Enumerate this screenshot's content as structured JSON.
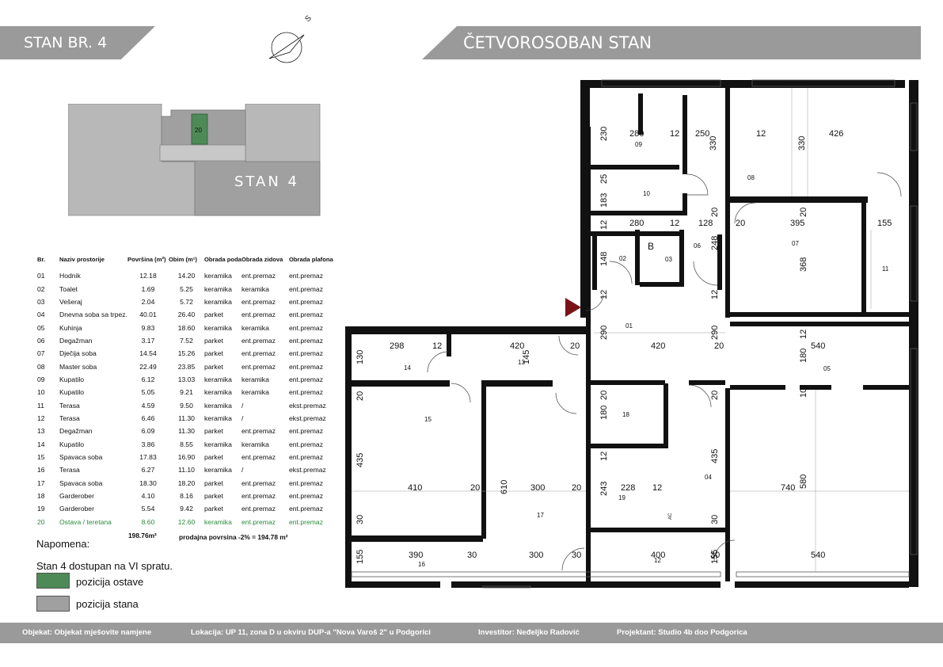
{
  "header": {
    "unit_label": "STAN BR. 4",
    "unit_type": "ČETVOROSOBAN STAN",
    "compass_letter": "S"
  },
  "keyplan": {
    "label": "STAN 4",
    "storage_number": "20"
  },
  "table": {
    "headers": [
      "Br.",
      "Naziv prostorije",
      "Površina (m²)",
      "Obim (m¹)",
      "Obrada poda",
      "Obrada zidova",
      "Obrada plafona"
    ],
    "rows": [
      [
        "01",
        "Hodnik",
        "12.18",
        "14.20",
        "keramika",
        "ent.premaz",
        "ent.premaz"
      ],
      [
        "02",
        "Toalet",
        "1.69",
        "5.25",
        "keramika",
        "keramika",
        "ent.premaz"
      ],
      [
        "03",
        "Vešeraj",
        "2.04",
        "5.72",
        "keramika",
        "ent.premaz",
        "ent.premaz"
      ],
      [
        "04",
        "Dnevna soba sa trpez.",
        "40.01",
        "26.40",
        "parket",
        "ent.premaz",
        "ent.premaz"
      ],
      [
        "05",
        "Kuhinja",
        "9.83",
        "18.60",
        "keramika",
        "keramika",
        "ent.premaz"
      ],
      [
        "06",
        "Degažman",
        "3.17",
        "7.52",
        "parket",
        "ent.premaz",
        "ent.premaz"
      ],
      [
        "07",
        "Dječija soba",
        "14.54",
        "15.26",
        "parket",
        "ent.premaz",
        "ent.premaz"
      ],
      [
        "08",
        "Master soba",
        "22.49",
        "23.85",
        "parket",
        "ent.premaz",
        "ent.premaz"
      ],
      [
        "09",
        "Kupatilo",
        "6.12",
        "13.03",
        "keramika",
        "keramika",
        "ent.premaz"
      ],
      [
        "10",
        "Kupatilo",
        "5.05",
        "9.21",
        "keramika",
        "keramika",
        "ent.premaz"
      ],
      [
        "11",
        "Terasa",
        "4.59",
        "9.50",
        "keramika",
        "/",
        "ekst.premaz"
      ],
      [
        "12",
        "Terasa",
        "6.46",
        "11.30",
        "keramika",
        "/",
        "ekst.premaz"
      ],
      [
        "13",
        "Degažman",
        "6.09",
        "11.30",
        "parket",
        "ent.premaz",
        "ent.premaz"
      ],
      [
        "14",
        "Kupatilo",
        "3.86",
        "8.55",
        "keramika",
        "keramika",
        "ent.premaz"
      ],
      [
        "15",
        "Spavaca soba",
        "17.83",
        "16.90",
        "parket",
        "ent.premaz",
        "ent.premaz"
      ],
      [
        "16",
        "Terasa",
        "6.27",
        "11.10",
        "keramika",
        "/",
        "ekst.premaz"
      ],
      [
        "17",
        "Spavaca soba",
        "18.30",
        "18.20",
        "parket",
        "ent.premaz",
        "ent.premaz"
      ],
      [
        "18",
        "Garderober",
        "4.10",
        "8.16",
        "parket",
        "ent.premaz",
        "ent.premaz"
      ],
      [
        "19",
        "Garderober",
        "5.54",
        "9.42",
        "parket",
        "ent.premaz",
        "ent.premaz"
      ],
      [
        "20",
        "Ostava / teretana",
        "8.60",
        "12.60",
        "keramika",
        "ent.premaz",
        "ent.premaz"
      ]
    ],
    "total_area": "198.76m²",
    "sale_area": "prodajna povrsina -2% = 194.78 m²"
  },
  "notes": {
    "title": "Napomena:",
    "access": "Stan 4 dostupan na VI spratu.",
    "legend_storage": "pozicija ostave",
    "legend_unit": "pozicija stana"
  },
  "colors": {
    "banner": "#9a9a9a",
    "storage": "#4e8a57",
    "unit": "#a0a0a0",
    "building": "#b8b8b8",
    "entry_arrow": "#7a1316",
    "highlight_text": "#2d8a3c"
  },
  "plan": {
    "room_numbers": [
      "01",
      "02",
      "03",
      "05",
      "06",
      "07",
      "08",
      "09",
      "10",
      "11",
      "12",
      "13",
      "14",
      "15",
      "16",
      "17",
      "18",
      "19",
      "04"
    ],
    "bay_marker": "B",
    "ac_marker": "AC",
    "dimensions": [
      "230",
      "280",
      "12",
      "250",
      "12",
      "330",
      "330",
      "426",
      "25",
      "183",
      "12",
      "280",
      "12",
      "128",
      "20",
      "20",
      "395",
      "20",
      "155",
      "148",
      "248",
      "368",
      "12",
      "12",
      "290",
      "290",
      "12",
      "130",
      "298",
      "12",
      "420",
      "145",
      "20",
      "420",
      "20",
      "180",
      "540",
      "20",
      "20",
      "20",
      "10",
      "180",
      "435",
      "410",
      "20",
      "610",
      "300",
      "20",
      "12",
      "243",
      "228",
      "12",
      "435",
      "740",
      "580",
      "30",
      "30",
      "155",
      "390",
      "30",
      "300",
      "30",
      "400",
      "30",
      "155",
      "540"
    ]
  },
  "footer": {
    "object": "Objekat: Objekat mješovite namjene",
    "location": "Lokacija: UP 11, zona D u okviru DUP-a \"Nova Varoš 2\" u Podgorici",
    "investor": "Investitor: Neđeljko Radović",
    "designer": "Projektant: Studio 4b doo Podgorica"
  }
}
